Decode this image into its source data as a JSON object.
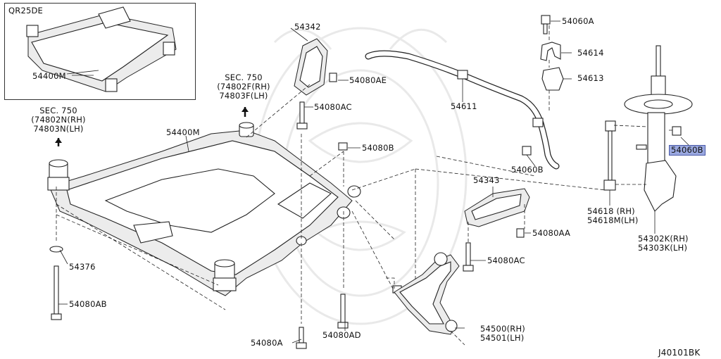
{
  "inset": {
    "engine": "QR25DE",
    "part": "54400M"
  },
  "labels": {
    "sec750_left_title": "SEC. 750",
    "sec750_left_rh": "(74802N(RH)",
    "sec750_left_lh": "74803N(LH)",
    "sec750_center_title": "SEC. 750",
    "sec750_center_rh": "(74802F(RH)",
    "sec750_center_lh": "74803F(LH)",
    "p54400M": "54400M",
    "p54342": "54342",
    "p54080AE": "54080AE",
    "p54080AC_top": "54080AC",
    "p54080B_mid": "54080B",
    "p54611": "54611",
    "p54060A": "54060A",
    "p54614": "54614",
    "p54613": "54613",
    "p54060B_link": "54060B",
    "p54060B_strut": "54060B",
    "p54343": "54343",
    "p54080AA": "54080AA",
    "p54618_rh": "54618 (RH)",
    "p54618_lh": "54618M(LH)",
    "p54302_rh": "54302K(RH)",
    "p54303_lh": "54303K(LH)",
    "p54080AC_low": "54080AC",
    "p54376": "54376",
    "p54080AB": "54080AB",
    "p54500_rh": "54500(RH)",
    "p54501_lh": "54501(LH)",
    "p54080AD": "54080AD",
    "p54080A": "54080A",
    "diagram_id": "J40101BK"
  },
  "colors": {
    "highlight": "#9aa8e0",
    "line": "#222222"
  }
}
